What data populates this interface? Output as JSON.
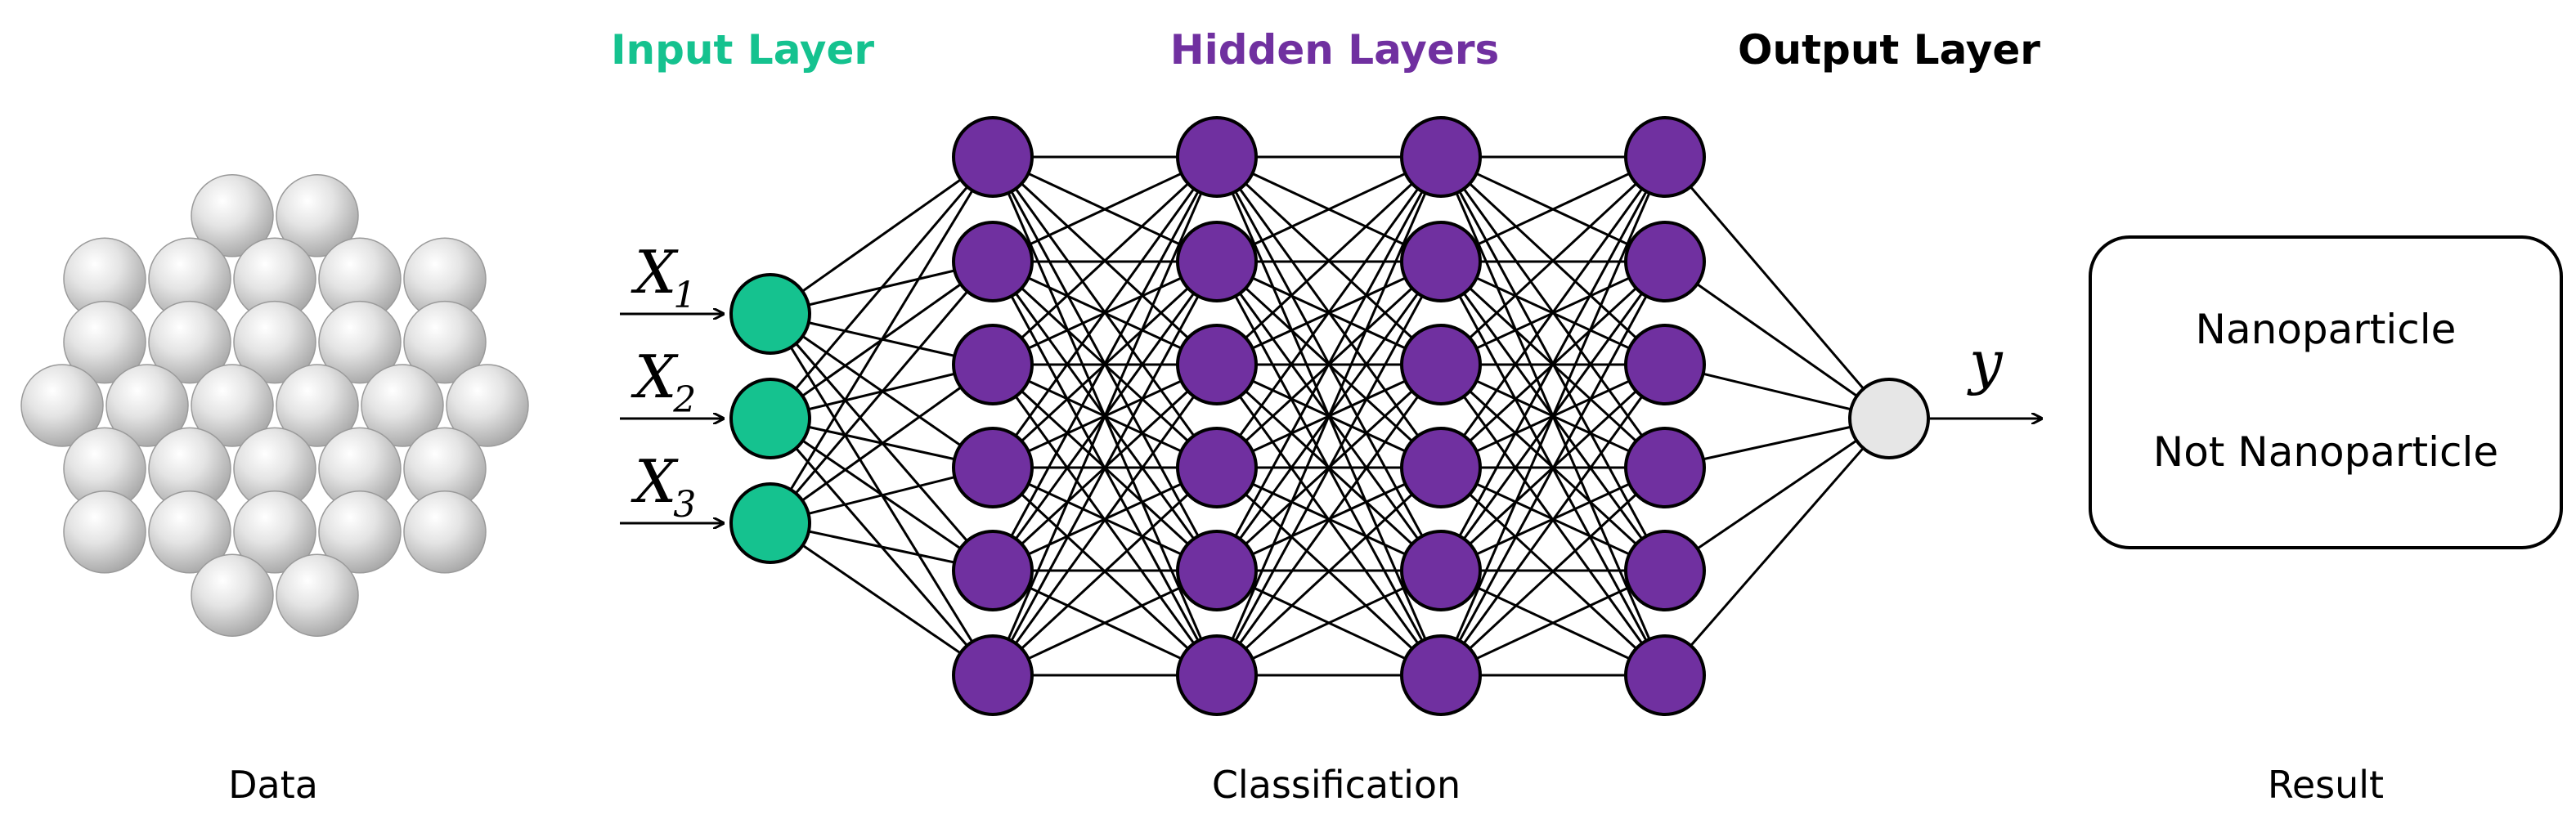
{
  "headings": {
    "input_layer": "Input Layer",
    "hidden_layers": "Hidden Layers",
    "output_layer": "Output Layer"
  },
  "inputs": [
    {
      "symbol": "X",
      "subscript": "1"
    },
    {
      "symbol": "X",
      "subscript": "2"
    },
    {
      "symbol": "X",
      "subscript": "3"
    }
  ],
  "output_symbol": "y",
  "result_box": {
    "option_1": "Nanoparticle",
    "option_2": "Not Nanoparticle"
  },
  "captions": {
    "data": "Data",
    "classification": "Classification",
    "result": "Result"
  },
  "network": {
    "input_nodes": 3,
    "hidden_layers": 4,
    "nodes_per_hidden_layer": 6,
    "output_nodes": 1
  },
  "colors": {
    "input_node": "#15C28F",
    "hidden_node": "#7030A0",
    "output_node": "#E6E6E6",
    "input_heading": "#15C28F",
    "hidden_heading": "#7030A0",
    "output_heading": "#000000",
    "sphere": "#D6D6D6"
  }
}
